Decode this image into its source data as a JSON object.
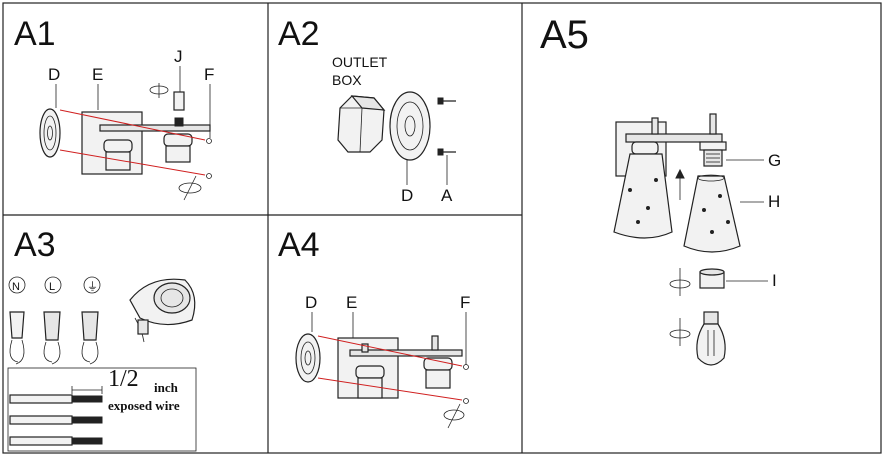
{
  "panels": {
    "a1": {
      "title": "A1",
      "labels": [
        "D",
        "E",
        "J",
        "F"
      ]
    },
    "a2": {
      "title": "A2",
      "outlet_line1": "OUTLET",
      "outlet_line2": "BOX",
      "labels": [
        "D",
        "A"
      ]
    },
    "a3": {
      "title": "A3",
      "wire_symbols": [
        "N",
        "L",
        "⏚"
      ],
      "fraction": "1/2",
      "unit": "inch",
      "caption": "exposed wire"
    },
    "a4": {
      "title": "A4",
      "labels": [
        "D",
        "E",
        "F"
      ]
    },
    "a5": {
      "title": "A5",
      "labels": [
        "G",
        "H",
        "I"
      ]
    }
  },
  "colors": {
    "guide_line": "#d02020",
    "stroke": "#222222"
  }
}
